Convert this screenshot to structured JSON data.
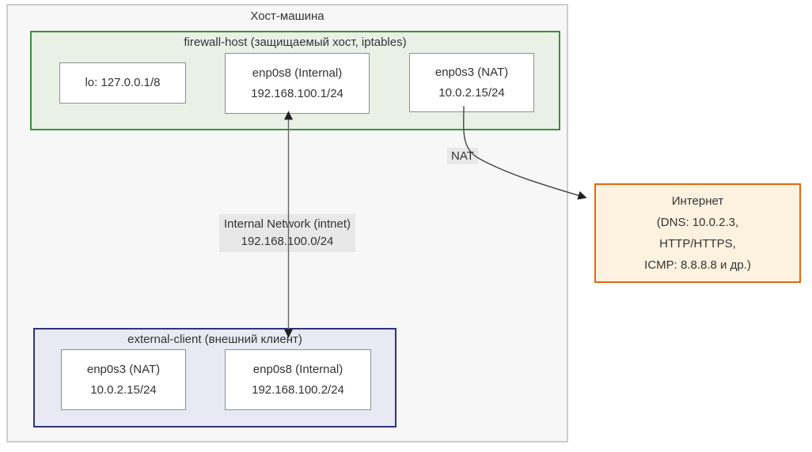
{
  "diagram": {
    "host": {
      "title": "Хост-машина"
    },
    "firewall": {
      "title": "firewall-host (защищаемый хост, iptables)",
      "nodes": {
        "lo": {
          "label": "lo: 127.0.0.1/8"
        },
        "enp0s8": {
          "name": "enp0s8 (Internal)",
          "ip": "192.168.100.1/24"
        },
        "enp0s3": {
          "name": "enp0s3 (NAT)",
          "ip": "10.0.2.15/24"
        }
      }
    },
    "external_client": {
      "title": "external-client (внешний клиент)",
      "nodes": {
        "enp0s3": {
          "name": "enp0s3 (NAT)",
          "ip": "10.0.2.15/24"
        },
        "enp0s8": {
          "name": "enp0s8 (Internal)",
          "ip": "192.168.100.2/24"
        }
      }
    },
    "internet": {
      "lines": [
        "Интернет",
        "(DNS: 10.0.2.3,",
        "HTTP/HTTPS,",
        "ICMP: 8.8.8.8 и др.)"
      ]
    },
    "edges": {
      "internal_network": {
        "label_line1": "Internal Network (intnet)",
        "label_line2": "192.168.100.0/24"
      },
      "nat": {
        "label": "NAT"
      }
    },
    "colors": {
      "host_bg": "#f7f7f7",
      "host_border": "#cdcdcd",
      "firewall_bg": "#e9f1e7",
      "firewall_border": "#3e8e3e",
      "external_bg": "#e9e9f4",
      "external_border": "#32327f",
      "internet_bg": "#fdf2df",
      "internet_border": "#e8650f",
      "edge_label_bg": "#e8e8e8",
      "edge_line": "#666666",
      "arrowhead": "#222222",
      "text": "#333333"
    }
  }
}
